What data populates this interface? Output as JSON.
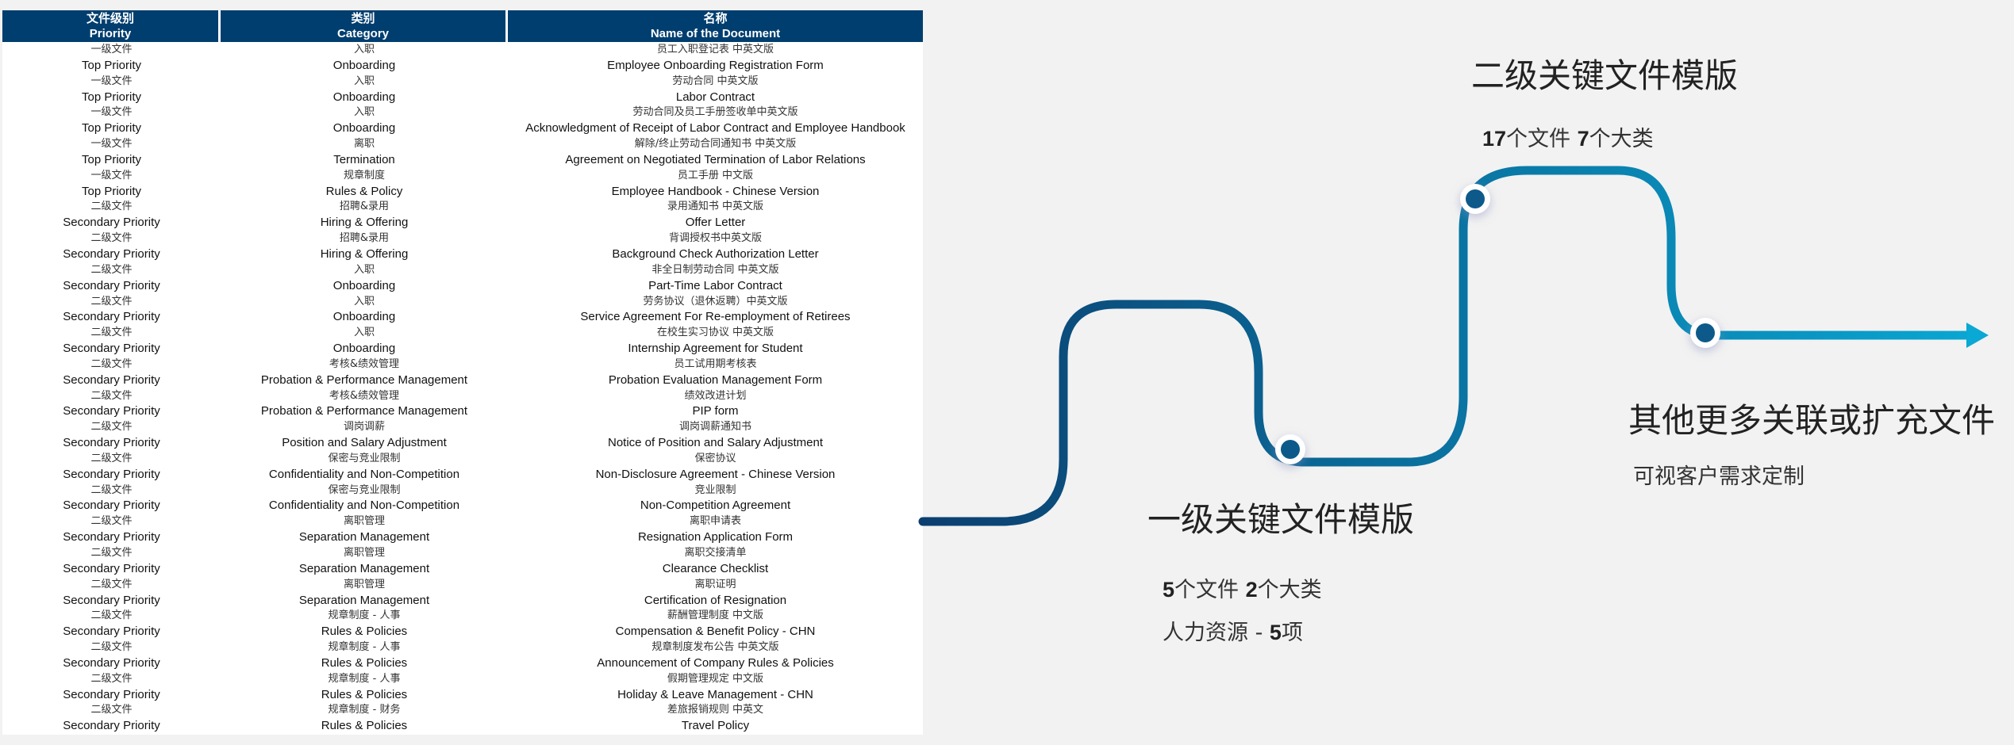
{
  "table": {
    "headers": [
      {
        "cn": "文件级别",
        "en": "Priority"
      },
      {
        "cn": "类别",
        "en": "Category"
      },
      {
        "cn": "名称",
        "en": "Name of the Document"
      }
    ],
    "rows": [
      {
        "p_cn": "一级文件",
        "p_en": "Top Priority",
        "c_cn": "入职",
        "c_en": "Onboarding",
        "n_cn": "员工入职登记表 中英文版",
        "n_en": "Employee Onboarding Registration Form"
      },
      {
        "p_cn": "一级文件",
        "p_en": "Top Priority",
        "c_cn": "入职",
        "c_en": "Onboarding",
        "n_cn": "劳动合同 中英文版",
        "n_en": "Labor Contract"
      },
      {
        "p_cn": "一级文件",
        "p_en": "Top Priority",
        "c_cn": "入职",
        "c_en": "Onboarding",
        "n_cn": "劳动合同及员工手册签收单中英文版",
        "n_en": "Acknowledgment of Receipt of Labor Contract and Employee Handbook"
      },
      {
        "p_cn": "一级文件",
        "p_en": "Top Priority",
        "c_cn": "离职",
        "c_en": "Termination",
        "n_cn": "解除/终止劳动合同通知书 中英文版",
        "n_en": "Agreement on Negotiated Termination of Labor Relations"
      },
      {
        "p_cn": "一级文件",
        "p_en": "Top Priority",
        "c_cn": "规章制度",
        "c_en": "Rules & Policy",
        "n_cn": "员工手册 中文版",
        "n_en": "Employee Handbook - Chinese Version"
      },
      {
        "p_cn": "二级文件",
        "p_en": "Secondary Priority",
        "c_cn": "招聘&录用",
        "c_en": "Hiring & Offering",
        "n_cn": "录用通知书 中英文版",
        "n_en": "Offer Letter"
      },
      {
        "p_cn": "二级文件",
        "p_en": "Secondary Priority",
        "c_cn": "招聘&录用",
        "c_en": "Hiring & Offering",
        "n_cn": "背调授权书中英文版",
        "n_en": "Background Check Authorization Letter"
      },
      {
        "p_cn": "二级文件",
        "p_en": "Secondary Priority",
        "c_cn": "入职",
        "c_en": "Onboarding",
        "n_cn": "非全日制劳动合同 中英文版",
        "n_en": "Part-Time Labor Contract"
      },
      {
        "p_cn": "二级文件",
        "p_en": "Secondary Priority",
        "c_cn": "入职",
        "c_en": "Onboarding",
        "n_cn": "劳务协议（退休返聘）中英文版",
        "n_en": "Service Agreement For Re-employment of Retirees"
      },
      {
        "p_cn": "二级文件",
        "p_en": "Secondary Priority",
        "c_cn": "入职",
        "c_en": "Onboarding",
        "n_cn": "在校生实习协议 中英文版",
        "n_en": "Internship Agreement for Student"
      },
      {
        "p_cn": "二级文件",
        "p_en": "Secondary Priority",
        "c_cn": "考核&绩效管理",
        "c_en": "Probation & Performance Management",
        "n_cn": "员工试用期考核表",
        "n_en": "Probation Evaluation Management Form"
      },
      {
        "p_cn": "二级文件",
        "p_en": "Secondary Priority",
        "c_cn": "考核&绩效管理",
        "c_en": "Probation & Performance Management",
        "n_cn": "绩效改进计划",
        "n_en": "PIP form"
      },
      {
        "p_cn": "二级文件",
        "p_en": "Secondary Priority",
        "c_cn": "调岗调薪",
        "c_en": "Position and Salary Adjustment",
        "n_cn": "调岗调薪通知书",
        "n_en": "Notice of Position and Salary Adjustment"
      },
      {
        "p_cn": "二级文件",
        "p_en": "Secondary Priority",
        "c_cn": "保密与竞业限制",
        "c_en": "Confidentiality and Non-Competition",
        "n_cn": "保密协议",
        "n_en": "Non-Disclosure Agreement - Chinese Version"
      },
      {
        "p_cn": "二级文件",
        "p_en": "Secondary Priority",
        "c_cn": "保密与竞业限制",
        "c_en": "Confidentiality and Non-Competition",
        "n_cn": "竞业限制",
        "n_en": "Non-Competition Agreement"
      },
      {
        "p_cn": "二级文件",
        "p_en": "Secondary Priority",
        "c_cn": "离职管理",
        "c_en": "Separation Management",
        "n_cn": "离职申请表",
        "n_en": "Resignation Application Form"
      },
      {
        "p_cn": "二级文件",
        "p_en": "Secondary Priority",
        "c_cn": "离职管理",
        "c_en": "Separation Management",
        "n_cn": "离职交接清单",
        "n_en": "Clearance Checklist"
      },
      {
        "p_cn": "二级文件",
        "p_en": "Secondary Priority",
        "c_cn": "离职管理",
        "c_en": "Separation Management",
        "n_cn": "离职证明",
        "n_en": "Certification of Resignation"
      },
      {
        "p_cn": "二级文件",
        "p_en": "Secondary Priority",
        "c_cn": "规章制度 - 人事",
        "c_en": "Rules & Policies",
        "n_cn": "薪酬管理制度 中文版",
        "n_en": "Compensation & Benefit Policy -  CHN"
      },
      {
        "p_cn": "二级文件",
        "p_en": "Secondary Priority",
        "c_cn": "规章制度 - 人事",
        "c_en": "Rules & Policies",
        "n_cn": "规章制度发布公告 中英文版",
        "n_en": "Announcement of Company Rules & Policies"
      },
      {
        "p_cn": "二级文件",
        "p_en": "Secondary Priority",
        "c_cn": "规章制度 - 人事",
        "c_en": "Rules & Policies",
        "n_cn": "假期管理规定 中文版",
        "n_en": "Holiday & Leave Management -  CHN"
      },
      {
        "p_cn": "二级文件",
        "p_en": "Secondary Priority",
        "c_cn": "规章制度 - 财务",
        "c_en": "Rules & Policies",
        "n_cn": "差旅报销规则 中英文",
        "n_en": "Travel Policy"
      }
    ]
  },
  "flow": {
    "colors": {
      "start": "#0b3f6f",
      "end": "#0aa8d4"
    },
    "level1": {
      "title": "一级关键文件模版",
      "files_num": "5",
      "files_label": "个文件 ",
      "cats_num": "2",
      "cats_label": "个大类",
      "hr_label": "人力资源 - ",
      "hr_num": "5",
      "hr_unit": "项"
    },
    "level2": {
      "title": "二级关键文件模版",
      "files_num": "17",
      "files_label": "个文件 ",
      "cats_num": "7",
      "cats_label": "个大类"
    },
    "more": {
      "title": "其他更多关联或扩充文件",
      "subtitle": "可视客户需求定制"
    }
  }
}
